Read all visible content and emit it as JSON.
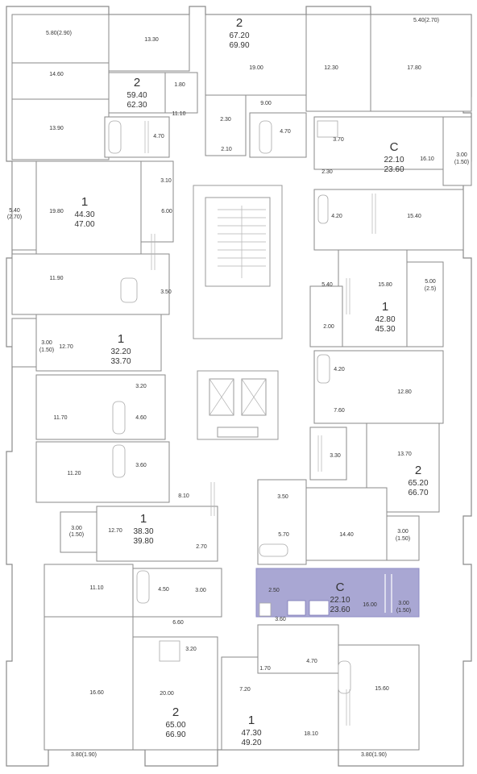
{
  "highlight_color": "#a9a7d3",
  "units": [
    {
      "type": "2",
      "area": "59.40",
      "total": "62.30"
    },
    {
      "type": "2",
      "area": "67.20",
      "total": "69.90"
    },
    {
      "type": "C",
      "area": "22.10",
      "total": "23.60"
    },
    {
      "type": "1",
      "area": "44.30",
      "total": "47.00"
    },
    {
      "type": "1",
      "area": "42.80",
      "total": "45.30"
    },
    {
      "type": "1",
      "area": "32.20",
      "total": "33.70"
    },
    {
      "type": "2",
      "area": "65.20",
      "total": "66.70"
    },
    {
      "type": "1",
      "area": "38.30",
      "total": "39.80"
    },
    {
      "type": "C",
      "area": "22.10",
      "total": "23.60"
    },
    {
      "type": "2",
      "area": "65.00",
      "total": "66.90"
    },
    {
      "type": "1",
      "area": "47.30",
      "total": "49.20"
    }
  ],
  "room_labels": [
    "5.80(2.90)",
    "13.30",
    "5.40(2.70)",
    "14.60",
    "19.00",
    "12.30",
    "17.80",
    "1.80",
    "9.00",
    "13.90",
    "11.10",
    "2.30",
    "4.70",
    "4.70",
    "2.10",
    "3.70",
    "16.10",
    "3.00",
    "(1.50)",
    "2.30",
    "3.10",
    "6.00",
    "5.40",
    "(2.70)",
    "19.80",
    "4.20",
    "15.40",
    "11.90",
    "3.50",
    "5.40",
    "15.80",
    "5.00",
    "(2.5)",
    "2.00",
    "3.00",
    "(1.50)",
    "12.70",
    "4.20",
    "12.80",
    "3.20",
    "11.70",
    "4.60",
    "7.60",
    "3.30",
    "13.70",
    "11.20",
    "3.60",
    "3.50",
    "8.10",
    "3.00",
    "(1.50)",
    "12.70",
    "5.70",
    "14.40",
    "3.00",
    "(1.50)",
    "2.70",
    "11.10",
    "4.50",
    "3.00",
    "2.50",
    "16.00",
    "3.00",
    "(1.50)",
    "6.60",
    "3.60",
    "3.20",
    "1.70",
    "4.70",
    "16.60",
    "7.20",
    "20.00",
    "15.60",
    "18.10",
    "3.80(1.90)",
    "3.80(1.90)"
  ]
}
